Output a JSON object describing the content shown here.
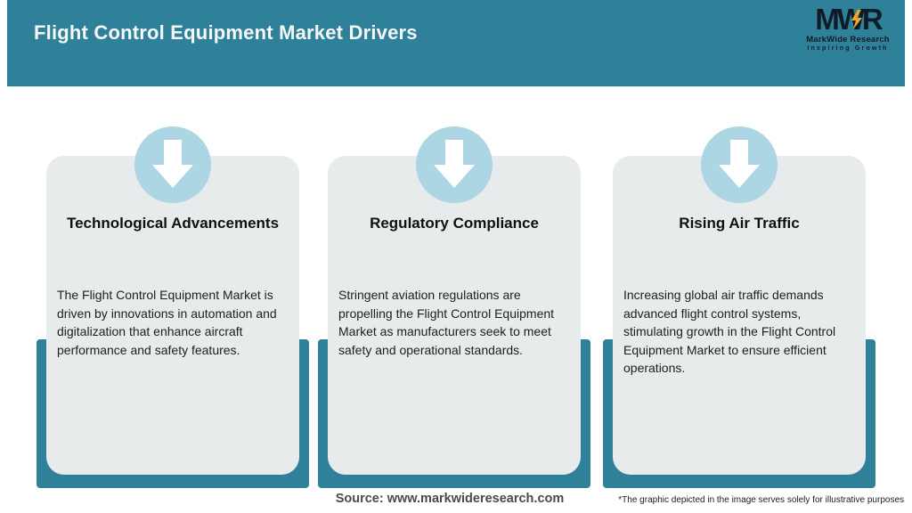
{
  "header": {
    "title": "Flight Control Equipment Market Drivers",
    "logo": {
      "acronym": "MWR",
      "name": "MarkWide Research",
      "tagline": "Inspiring Growth"
    }
  },
  "chart_data": {
    "type": "table",
    "title": "Flight Control Equipment Market Drivers",
    "categories": [
      "Technological Advancements",
      "Regulatory Compliance",
      "Rising Air Traffic"
    ],
    "values": [
      "The Flight Control Equipment Market is driven by innovations in automation and digitalization that enhance aircraft performance and safety features.",
      "Stringent aviation regulations are propelling the Flight Control Equipment Market as manufacturers seek to meet safety and operational standards.",
      "Increasing global air traffic demands advanced flight control systems, stimulating growth in the Flight Control Equipment Market to ensure efficient operations."
    ]
  },
  "cards": [
    {
      "icon": "down-arrow-icon",
      "title": "Technological Advancements",
      "body": "The Flight Control Equipment Market is driven by innovations in automation and digitalization that enhance aircraft performance and safety features."
    },
    {
      "icon": "down-arrow-icon",
      "title": "Regulatory Compliance",
      "body": "Stringent aviation regulations are propelling the Flight Control Equipment Market as manufacturers seek to meet safety and operational standards."
    },
    {
      "icon": "down-arrow-icon",
      "title": "Rising Air Traffic",
      "body": "Increasing global air traffic demands advanced flight control systems, stimulating growth in the Flight Control Equipment Market to ensure efficient operations."
    }
  ],
  "footer": {
    "source": "Source: www.markwideresearch.com",
    "disclaimer": "*The graphic depicted in the image serves solely for illustrative purposes"
  },
  "colors": {
    "teal": "#2F819A",
    "card_bg": "#E8EBEC",
    "circle_blue": "#ACD6E3",
    "logo_dark": "#0F1C26",
    "logo_accent_yellow": "#F1A52C"
  }
}
